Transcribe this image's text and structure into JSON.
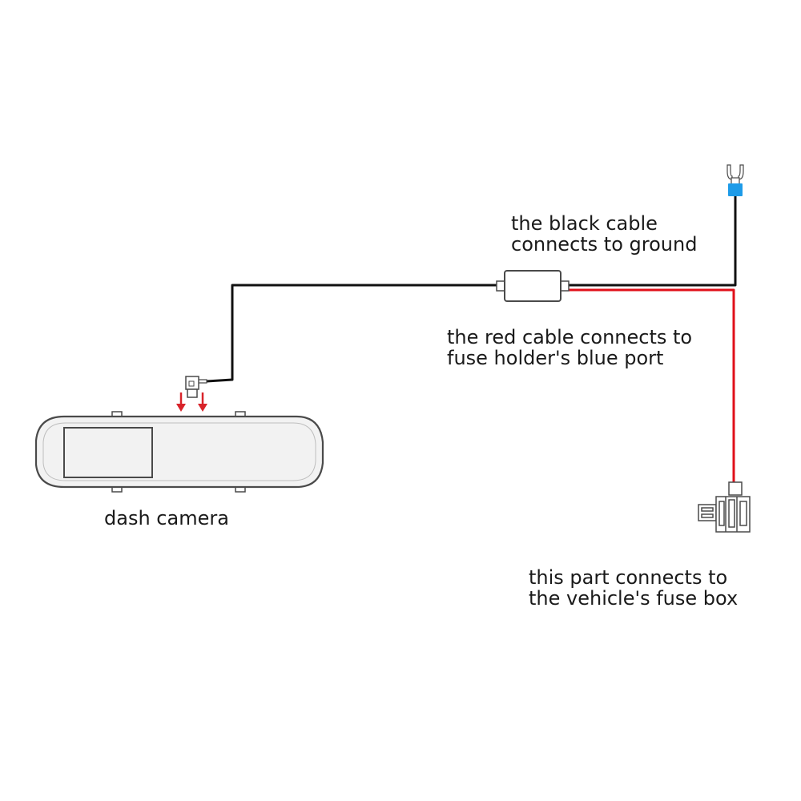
{
  "labels": {
    "black_cable": [
      "the black cable",
      "connects to ground"
    ],
    "red_cable": [
      "the red cable connects to",
      "fuse holder's blue port"
    ],
    "dash_camera": "dash camera",
    "fuse_box": [
      "this part connects to",
      "the vehicle's fuse box"
    ]
  },
  "colors": {
    "black_cable": "#111111",
    "red_cable": "#e0101a",
    "ground_terminal": "#1e9be8",
    "arrow": "#d8232a",
    "outline": "#4a4a4a",
    "mirror_fill": "#f2f2f2"
  }
}
